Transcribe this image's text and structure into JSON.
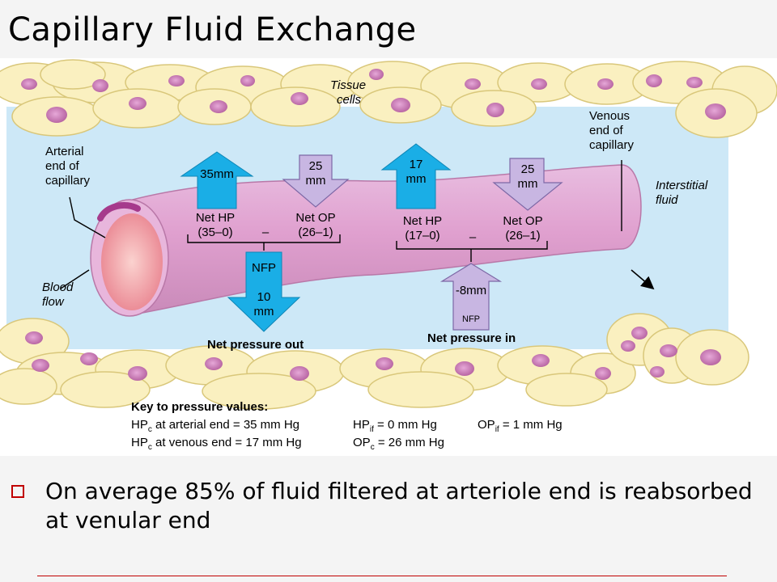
{
  "slide": {
    "title": "Capillary Fluid Exchange",
    "bullet": "On average 85% of fluid filtered at arteriole end is reabsorbed at venular end"
  },
  "diagram": {
    "labels": {
      "tissue_line1": "Tissue",
      "tissue_line2": "cells",
      "venous_line1": "Venous",
      "venous_line2": "end of",
      "venous_line3": "capillary",
      "arterial_line1": "Arterial",
      "arterial_line2": "end of",
      "arterial_line3": "capillary",
      "interstitial_line1": "Interstitial",
      "interstitial_line2": "fluid",
      "blood_line1": "Blood",
      "blood_line2": "flow",
      "net_out": "Net pressure out",
      "net_in": "Net pressure in"
    },
    "arterial": {
      "hp_arrow": "35mm",
      "op_arrow_line1": "25",
      "op_arrow_line2": "mm",
      "net_hp_line1": "Net HP",
      "net_hp_line2": "(35–0)",
      "minus": "–",
      "net_op_line1": "Net OP",
      "net_op_line2": "(26–1)",
      "nfp_label": "NFP",
      "nfp_line1": "10",
      "nfp_line2": "mm"
    },
    "venous": {
      "hp_arrow_line1": "17",
      "hp_arrow_line2": "mm",
      "op_arrow_line1": "25",
      "op_arrow_line2": "mm",
      "net_hp_line1": "Net HP",
      "net_hp_line2": "(17–0)",
      "minus": "–",
      "net_op_line1": "Net OP",
      "net_op_line2": "(26–1)",
      "nfp_value": "-8mm",
      "nfp_label": "NFP"
    },
    "key": {
      "heading": "Key to pressure values:",
      "hpc_art_main": "HP",
      "hpc_art_sub": "c",
      "hpc_art_rest": " at arterial end = 35 mm Hg",
      "hpif_main": "HP",
      "hpif_sub": "if",
      "hpif_rest": " = 0 mm Hg",
      "opif_main": "OP",
      "opif_sub": "if",
      "opif_rest": " = 1 mm Hg",
      "hpc_ven_main": "HP",
      "hpc_ven_sub": "c",
      "hpc_ven_rest": " at venous end = 17 mm Hg",
      "opc_main": "OP",
      "opc_sub": "c",
      "opc_rest": " = 26 mm Hg"
    },
    "colors": {
      "interstitial": "#cde8f7",
      "cell_fill": "#faf0c0",
      "cell_stroke": "#d9c77a",
      "nucleus": "#c878b4",
      "capillary": "#e4a6d2",
      "lumen": "#ee9aa4",
      "hp_arrow": "#1aaee6",
      "op_arrow": "#c8b6e2",
      "bullet": "#c00000"
    }
  }
}
